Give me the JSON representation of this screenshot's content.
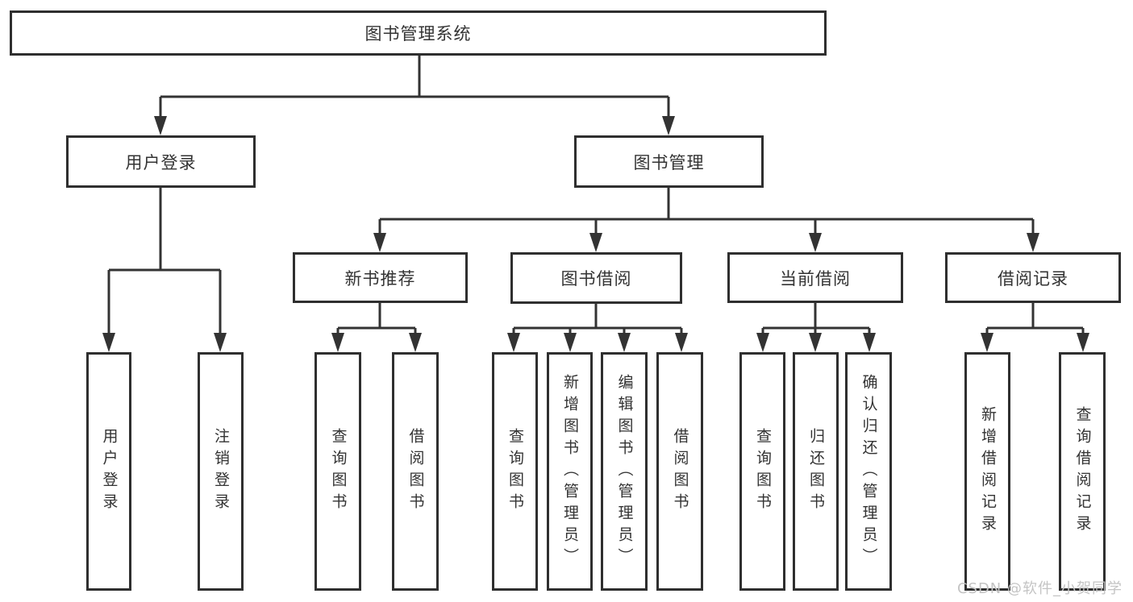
{
  "diagram": {
    "title_node": "图书管理系统",
    "root": {
      "label": "图书管理系统"
    },
    "branches": [
      {
        "label": "用户登录",
        "children": [
          {
            "label": "用户登录"
          },
          {
            "label": "注销登录"
          }
        ]
      },
      {
        "label": "图书管理",
        "children": [
          {
            "label": "新书推荐",
            "children": [
              {
                "label": "查询图书"
              },
              {
                "label": "借阅图书"
              }
            ]
          },
          {
            "label": "图书借阅",
            "children": [
              {
                "label": "查询图书"
              },
              {
                "label": "新增图书（管理员）"
              },
              {
                "label": "编辑图书（管理员）"
              },
              {
                "label": "借阅图书"
              }
            ]
          },
          {
            "label": "当前借阅",
            "children": [
              {
                "label": "查询图书"
              },
              {
                "label": "归还图书"
              },
              {
                "label": "确认归还（管理员）"
              }
            ]
          },
          {
            "label": "借阅记录",
            "children": [
              {
                "label": "新增借阅记录"
              },
              {
                "label": "查询借阅记录"
              }
            ]
          }
        ]
      }
    ]
  },
  "watermark": {
    "text": "CSDN @软件_小贺同学"
  },
  "colors": {
    "background": "#ffffff",
    "line": "#333333",
    "box_border": "#2f2f2f",
    "text": "#333333",
    "watermark": "#c4c4c4"
  }
}
